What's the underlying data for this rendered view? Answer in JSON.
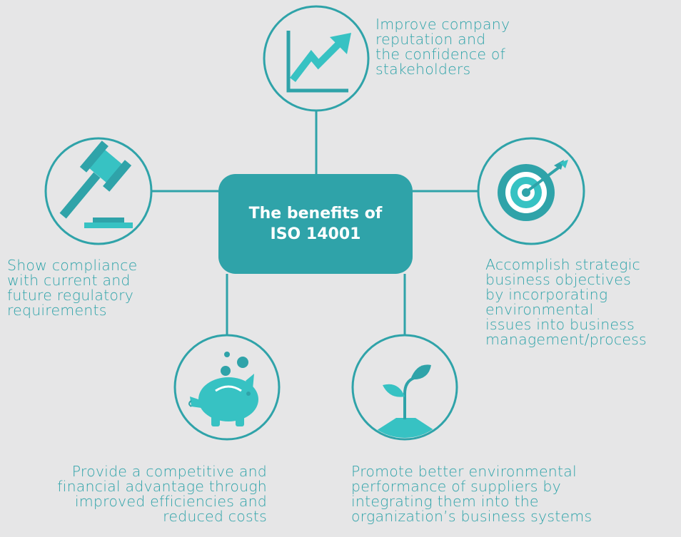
{
  "center": {
    "title": "The benefits of\nISO 14001"
  },
  "benefits": {
    "reputation": "Improve company\nreputation and\nthe confidence of\nstakeholders",
    "compliance": "Show compliance\nwith current and\nfuture regulatory\nrequirements",
    "strategic": "Accomplish strategic\nbusiness objectives\nby incorporating\nenvironmental\nissues into business\nmanagement/process",
    "financial": "Provide a competitive and\nfinancial advantage through\nimproved efficiencies and\nreduced costs",
    "suppliers": "Promote better environmental\nperformance of suppliers by\nintegrating them into the\norganization’s business systems"
  },
  "colors": {
    "background": "#e6e6e7",
    "teal_dark": "#2fa3a9",
    "teal_light": "#37c2c3"
  },
  "icons": [
    "growth-chart-icon",
    "gavel-icon",
    "target-icon",
    "piggy-bank-icon",
    "sprout-icon"
  ]
}
